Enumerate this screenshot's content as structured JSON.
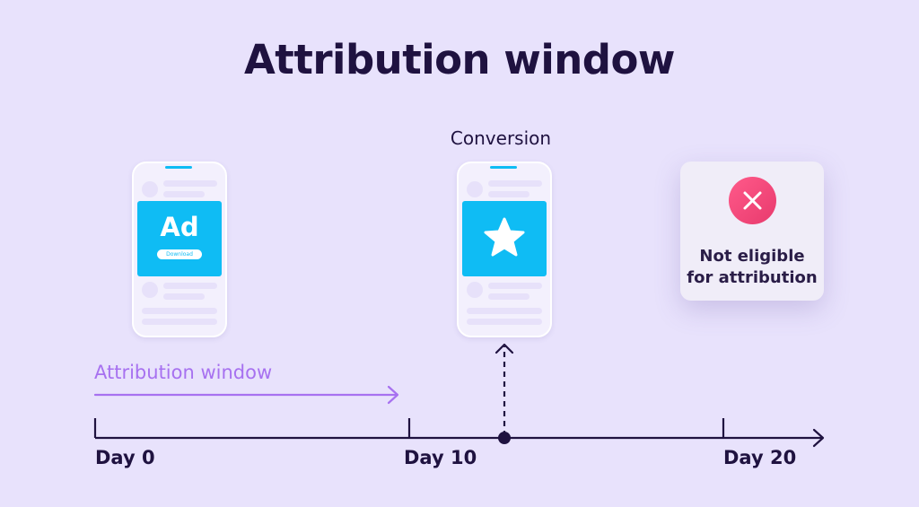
{
  "title": "Attribution window",
  "ad_phone": {
    "ad_label": "Ad",
    "button_label": "Download"
  },
  "conversion_label": "Conversion",
  "not_eligible": {
    "line1": "Not eligible",
    "line2": "for attribution"
  },
  "window_label": "Attribution window",
  "timeline": {
    "labels": [
      "Day 0",
      "Day 10",
      "Day 20"
    ]
  },
  "colors": {
    "background": "#e8e2fc",
    "text_dark": "#1f1240",
    "accent_blue": "#0fbcf4",
    "accent_purple": "#a771f0",
    "error_pink": "#f0447a"
  }
}
